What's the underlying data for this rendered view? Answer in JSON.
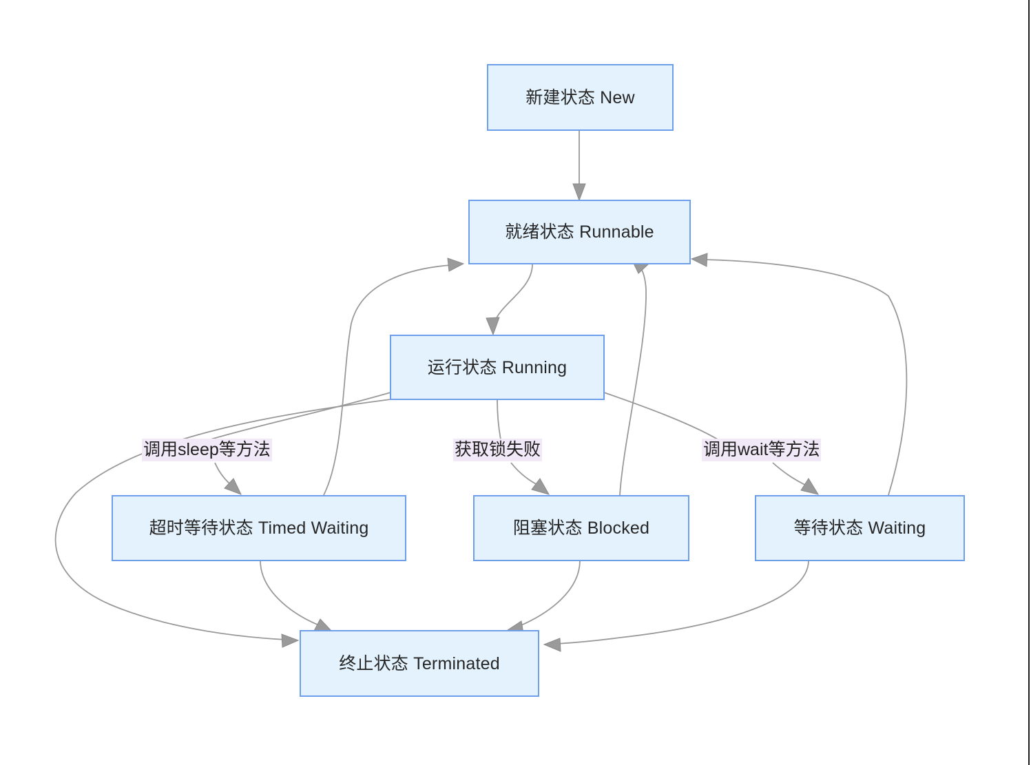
{
  "diagram": {
    "title": "Java Thread State Transition Diagram",
    "type": "state-diagram",
    "colors": {
      "node_fill": "#e3f2fd",
      "node_border": "#6c9eeb",
      "node_text": "#262626",
      "edge_stroke": "#999999",
      "arrow_fill": "#9a9a9a",
      "label_background": "#f2e9f8",
      "canvas_background": "#ffffff"
    },
    "nodes": [
      {
        "id": "new",
        "label": "新建状态 New"
      },
      {
        "id": "runnable",
        "label": "就绪状态 Runnable"
      },
      {
        "id": "running",
        "label": "运行状态 Running"
      },
      {
        "id": "timed_waiting",
        "label": "超时等待状态 Timed Waiting"
      },
      {
        "id": "blocked",
        "label": "阻塞状态 Blocked"
      },
      {
        "id": "waiting",
        "label": "等待状态 Waiting"
      },
      {
        "id": "terminated",
        "label": "终止状态 Terminated"
      }
    ],
    "edge_labels": [
      {
        "id": "sleep",
        "label": "调用sleep等方法"
      },
      {
        "id": "lock_fail",
        "label": "获取锁失败"
      },
      {
        "id": "wait",
        "label": "调用wait等方法"
      }
    ],
    "edges": [
      {
        "from": "new",
        "to": "runnable",
        "label": ""
      },
      {
        "from": "runnable",
        "to": "running",
        "label": ""
      },
      {
        "from": "running",
        "to": "timed_waiting",
        "label": "调用sleep等方法"
      },
      {
        "from": "running",
        "to": "blocked",
        "label": "获取锁失败"
      },
      {
        "from": "running",
        "to": "waiting",
        "label": "调用wait等方法"
      },
      {
        "from": "running",
        "to": "terminated",
        "label": ""
      },
      {
        "from": "timed_waiting",
        "to": "runnable",
        "label": ""
      },
      {
        "from": "timed_waiting",
        "to": "terminated",
        "label": ""
      },
      {
        "from": "blocked",
        "to": "runnable",
        "label": ""
      },
      {
        "from": "blocked",
        "to": "terminated",
        "label": ""
      },
      {
        "from": "waiting",
        "to": "runnable",
        "label": ""
      },
      {
        "from": "waiting",
        "to": "terminated",
        "label": ""
      }
    ]
  }
}
